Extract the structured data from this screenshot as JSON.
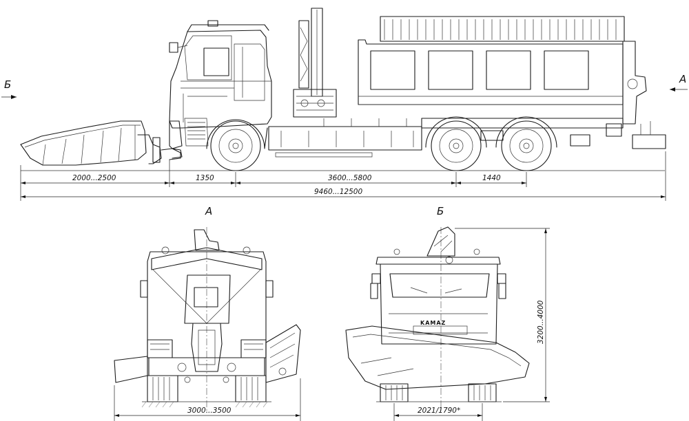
{
  "views": {
    "side": {
      "arrow_left_label": "Б",
      "arrow_right_label": "А",
      "dims": {
        "plow_length": "2000...2500",
        "front_overhang": "1350",
        "wheelbase": "3600...5800",
        "rear_axle_spacing": "1440",
        "overall_length": "9460...12500"
      }
    },
    "front": {
      "label": "А",
      "dims": {
        "width": "3000...3500"
      }
    },
    "rear": {
      "label": "Б",
      "dims": {
        "track": "2021/1790*",
        "height": "3200...4000"
      },
      "brand": "KAMAZ"
    }
  },
  "colors": {
    "line": "#1a1a1a",
    "background": "#ffffff"
  }
}
